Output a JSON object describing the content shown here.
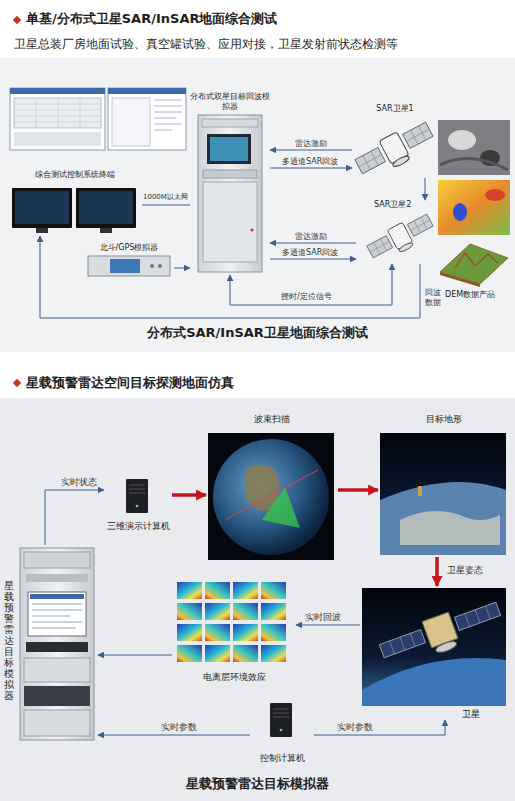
{
  "diagram": {
    "nodes": [
      {
        "text": [
          "分布式双星目标回波模拟器"
        ]
      },
      {
        "text": [
          "SAR卫星1"
        ]
      },
      {
        "text": [
          "综合测试控制系统终端"
        ]
      },
      {
        "text": [
          "SAR卫星2"
        ]
      },
      {
        "text": [
          "北斗/GPS模拟器"
        ]
      },
      {
        "text": [
          "波束扫描"
        ]
      },
      {
        "text": [
          "目标地形"
        ]
      },
      {
        "text": [
          "三维演示计算机"
        ]
      },
      {
        "text": [
          "星载预警雷达目标模拟器"
        ]
      },
      {
        "text": [
          "电离层环境效应"
        ]
      },
      {
        "text": [
          "卫星"
        ]
      },
      {
        "text": [
          "控制计算机"
        ]
      }
    ],
    "edges": [
      {
        "from": 2,
        "to": 0,
        "label": "1000M以太网",
        "arrow": "none"
      },
      {
        "from": 1,
        "to": 0,
        "label": "雷达激励",
        "arrow": "to"
      },
      {
        "from": 0,
        "to": 1,
        "label": "多通道SAR回波",
        "arrow": "to"
      },
      {
        "from": 3,
        "to": 0,
        "label": "雷达激励",
        "arrow": "to"
      },
      {
        "from": 0,
        "to": 3,
        "label": "多通道SAR回波",
        "arrow": "to"
      },
      {
        "from": 4,
        "to": 0,
        "arrow": "to"
      },
      {
        "from": 0,
        "to": 3,
        "label": "授时/定位信号",
        "arrow": "both"
      },
      {
        "from": 1,
        "to": 3,
        "arrow": "to"
      },
      {
        "from": 3,
        "to": 2,
        "label": "回波数据",
        "arrow": "to"
      },
      {
        "from": 8,
        "to": 7,
        "label": "实时状态",
        "arrow": "to"
      },
      {
        "from": 7,
        "to": 5,
        "arrow": "to"
      },
      {
        "from": 5,
        "to": 6,
        "arrow": "to"
      },
      {
        "from": 6,
        "to": 10,
        "label": "卫星姿态",
        "arrow": "to"
      },
      {
        "from": 10,
        "to": 9,
        "label": "实时回波",
        "arrow": "to"
      },
      {
        "from": 9,
        "to": 8,
        "arrow": "to"
      },
      {
        "from": 11,
        "to": 8,
        "label": "实时参数",
        "arrow": "to"
      },
      {
        "from": 11,
        "to": 10,
        "label": "实时参数",
        "arrow": "to"
      }
    ],
    "labels": [
      "单基/分布式卫星SAR/InSAR地面综合测试",
      "卫星总装厂房地面试验、真空罐试验、应用对接，卫星发射前状态检测等",
      "DEM数据产品",
      "分布式SAR/InSAR卫星地面综合测试",
      "星载预警雷达空间目标探测地面仿真",
      "星载预警雷达目标模拟器"
    ]
  }
}
